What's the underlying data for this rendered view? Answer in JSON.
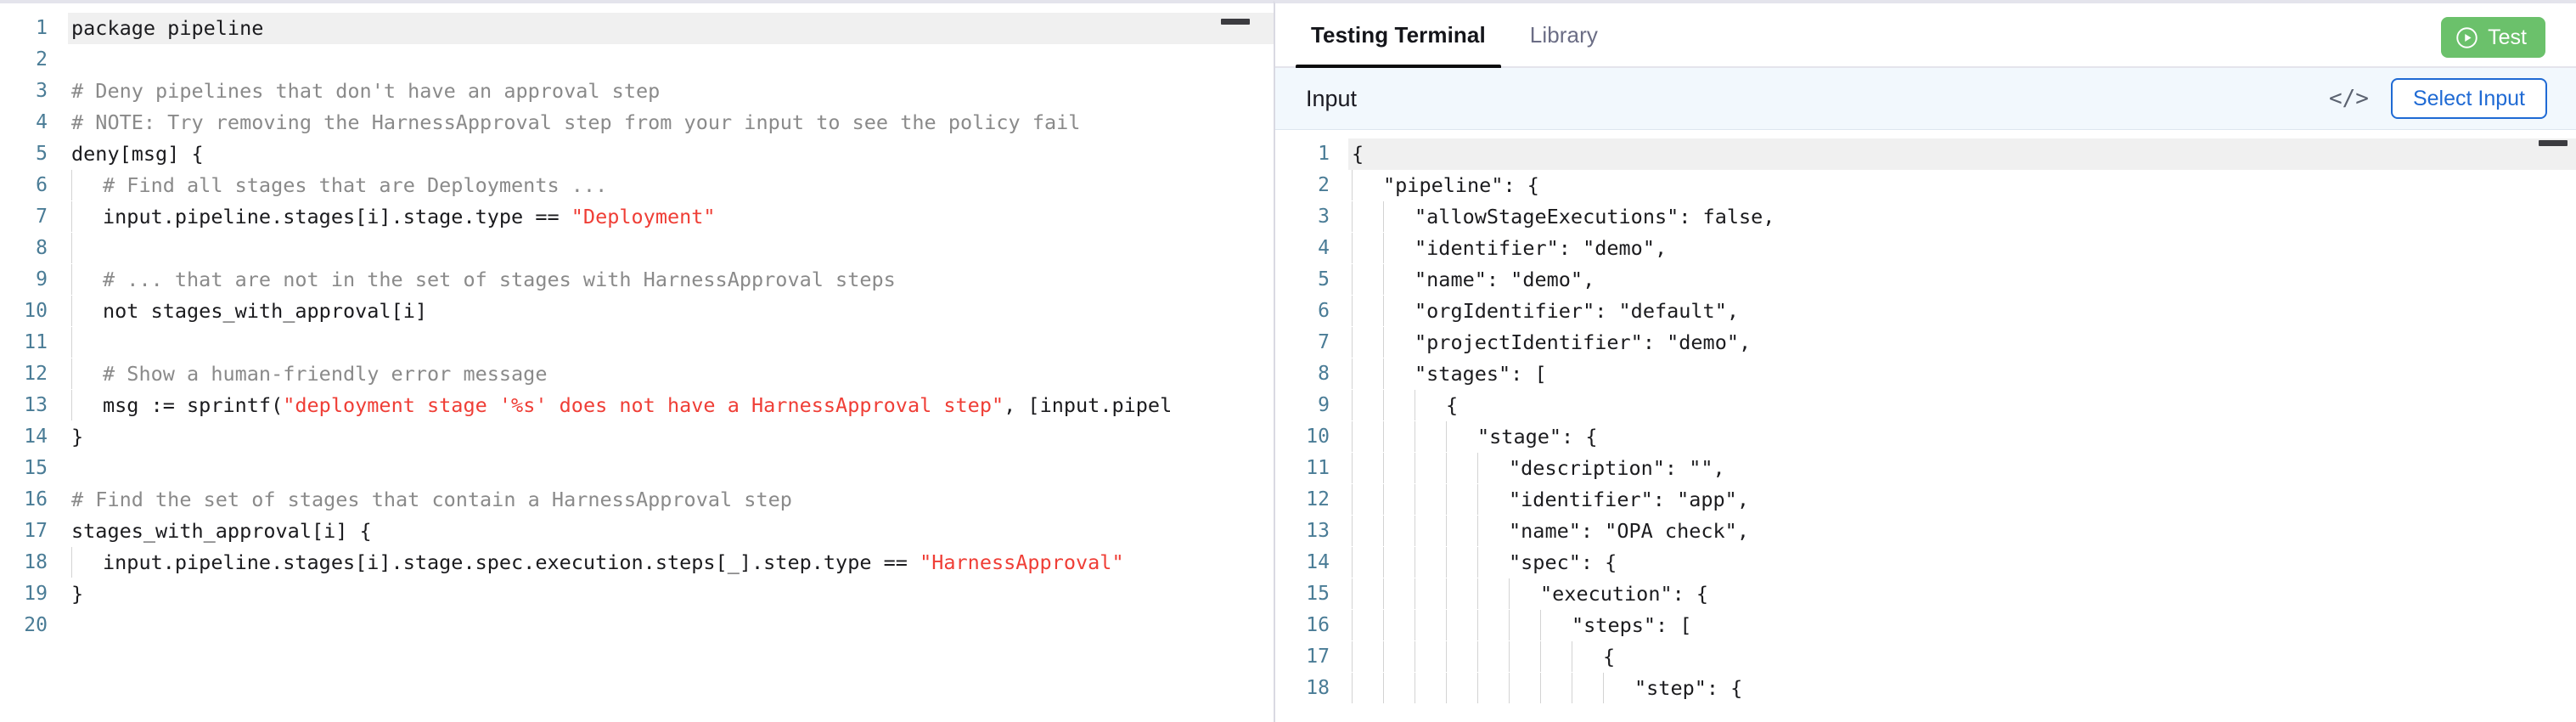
{
  "editor": {
    "language": "rego",
    "collapse_icon": "minimize-icon",
    "active_line": 1,
    "total_lines": 20,
    "lines": [
      {
        "n": "1",
        "indent": 0,
        "tokens": [
          {
            "t": "plain",
            "s": "package pipeline"
          }
        ]
      },
      {
        "n": "2",
        "indent": 0,
        "tokens": []
      },
      {
        "n": "3",
        "indent": 0,
        "tokens": [
          {
            "t": "comment",
            "s": "# Deny pipelines that don't have an approval step"
          }
        ]
      },
      {
        "n": "4",
        "indent": 0,
        "tokens": [
          {
            "t": "comment",
            "s": "# NOTE: Try removing the HarnessApproval step from your input to see the policy fail"
          }
        ]
      },
      {
        "n": "5",
        "indent": 0,
        "tokens": [
          {
            "t": "plain",
            "s": "deny[msg] {"
          }
        ]
      },
      {
        "n": "6",
        "indent": 1,
        "tokens": [
          {
            "t": "comment",
            "s": "# Find all stages that are Deployments ..."
          }
        ]
      },
      {
        "n": "7",
        "indent": 1,
        "tokens": [
          {
            "t": "plain",
            "s": "input.pipeline.stages[i].stage.type == "
          },
          {
            "t": "string",
            "s": "\"Deployment\""
          }
        ]
      },
      {
        "n": "8",
        "indent": 1,
        "tokens": []
      },
      {
        "n": "9",
        "indent": 1,
        "tokens": [
          {
            "t": "comment",
            "s": "# ... that are not in the set of stages with HarnessApproval steps"
          }
        ]
      },
      {
        "n": "10",
        "indent": 1,
        "tokens": [
          {
            "t": "plain",
            "s": "not stages_with_approval[i]"
          }
        ]
      },
      {
        "n": "11",
        "indent": 1,
        "tokens": []
      },
      {
        "n": "12",
        "indent": 1,
        "tokens": [
          {
            "t": "comment",
            "s": "# Show a human-friendly error message"
          }
        ]
      },
      {
        "n": "13",
        "indent": 1,
        "tokens": [
          {
            "t": "plain",
            "s": "msg := sprintf("
          },
          {
            "t": "string",
            "s": "\"deployment stage '%s' does not have a HarnessApproval step\""
          },
          {
            "t": "plain",
            "s": ", [input.pipel"
          }
        ]
      },
      {
        "n": "14",
        "indent": 0,
        "tokens": [
          {
            "t": "plain",
            "s": "}"
          }
        ]
      },
      {
        "n": "15",
        "indent": 0,
        "tokens": []
      },
      {
        "n": "16",
        "indent": 0,
        "tokens": [
          {
            "t": "comment",
            "s": "# Find the set of stages that contain a HarnessApproval step"
          }
        ]
      },
      {
        "n": "17",
        "indent": 0,
        "tokens": [
          {
            "t": "plain",
            "s": "stages_with_approval[i] {"
          }
        ]
      },
      {
        "n": "18",
        "indent": 1,
        "tokens": [
          {
            "t": "plain",
            "s": "input.pipeline.stages[i].stage.spec.execution.steps[_].step.type == "
          },
          {
            "t": "string",
            "s": "\"HarnessApproval\""
          }
        ]
      },
      {
        "n": "19",
        "indent": 0,
        "tokens": [
          {
            "t": "plain",
            "s": "}"
          }
        ]
      },
      {
        "n": "20",
        "indent": 0,
        "tokens": []
      }
    ]
  },
  "right_panel": {
    "tabs": [
      {
        "label": "Testing Terminal",
        "active": true
      },
      {
        "label": "Library",
        "active": false
      }
    ],
    "test_button": {
      "label": "Test",
      "icon": "play-circle-icon",
      "color": "#6bc16b"
    },
    "input_bar": {
      "title": "Input",
      "code_icon": "code-brackets-icon",
      "code_glyph": "</>",
      "select_button_label": "Select Input",
      "accent": "#1f6ad4",
      "background": "#f2f8fd"
    },
    "json_editor": {
      "collapse_icon": "minimize-icon",
      "active_line": 1,
      "lines": [
        {
          "n": "1",
          "indent": 0,
          "text": "{"
        },
        {
          "n": "2",
          "indent": 1,
          "text": "\"pipeline\": {"
        },
        {
          "n": "3",
          "indent": 2,
          "text": "\"allowStageExecutions\": false,"
        },
        {
          "n": "4",
          "indent": 2,
          "text": "\"identifier\": \"demo\","
        },
        {
          "n": "5",
          "indent": 2,
          "text": "\"name\": \"demo\","
        },
        {
          "n": "6",
          "indent": 2,
          "text": "\"orgIdentifier\": \"default\","
        },
        {
          "n": "7",
          "indent": 2,
          "text": "\"projectIdentifier\": \"demo\","
        },
        {
          "n": "8",
          "indent": 2,
          "text": "\"stages\": ["
        },
        {
          "n": "9",
          "indent": 3,
          "text": "{"
        },
        {
          "n": "10",
          "indent": 4,
          "text": "\"stage\": {"
        },
        {
          "n": "11",
          "indent": 5,
          "text": "\"description\": \"\","
        },
        {
          "n": "12",
          "indent": 5,
          "text": "\"identifier\": \"app\","
        },
        {
          "n": "13",
          "indent": 5,
          "text": "\"name\": \"OPA check\","
        },
        {
          "n": "14",
          "indent": 5,
          "text": "\"spec\": {"
        },
        {
          "n": "15",
          "indent": 6,
          "text": "\"execution\": {"
        },
        {
          "n": "16",
          "indent": 7,
          "text": "\"steps\": ["
        },
        {
          "n": "17",
          "indent": 8,
          "text": "{"
        },
        {
          "n": "18",
          "indent": 9,
          "text": "\"step\": {"
        }
      ]
    }
  }
}
